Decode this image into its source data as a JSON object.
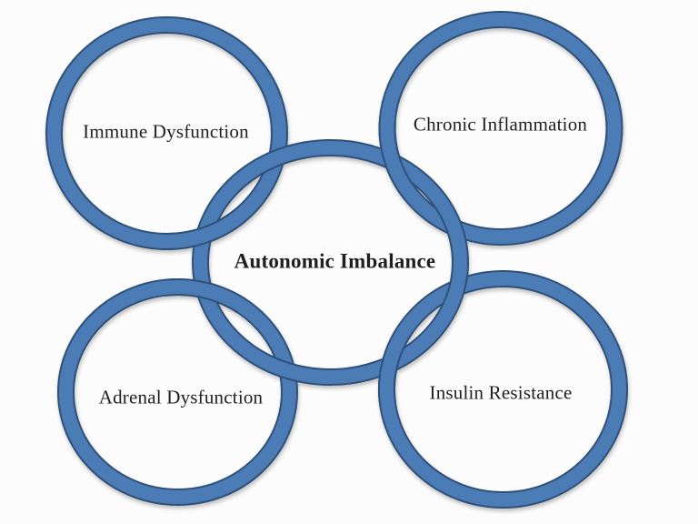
{
  "diagram": {
    "type": "interlocking-circles",
    "center": {
      "label": "Autonomic Imbalance"
    },
    "satellites": [
      {
        "label": "Immune Dysfunction",
        "position": "top-left"
      },
      {
        "label": "Chronic Inflammation",
        "position": "top-right"
      },
      {
        "label": "Adrenal Dysfunction",
        "position": "bottom-left"
      },
      {
        "label": "Insulin Resistance",
        "position": "bottom-right"
      }
    ]
  },
  "colors": {
    "ring_fill": "#4b7cb6",
    "ring_edge": "#2f5179",
    "text": "#1f1f1f",
    "background": "#fcfcfc"
  }
}
